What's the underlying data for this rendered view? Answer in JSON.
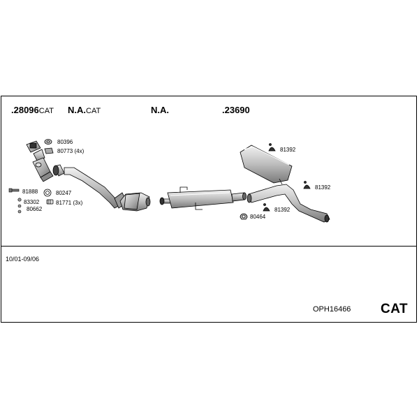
{
  "header": {
    "part1_num": ".28096",
    "part1_sfx": "CAT",
    "part2_num": "N.A.",
    "part2_sfx": "CAT",
    "part3": "N.A.",
    "part4": ".23690"
  },
  "labels": {
    "p80396": "80396",
    "p80773": "80773 (4x)",
    "p81888": "81888",
    "p80247": "80247",
    "p83302": "83302",
    "p81771": "81771 (3x)",
    "p80662": "80662",
    "p81392a": "81392",
    "p81392b": "81392",
    "p81392c": "81392",
    "p80464": "80464"
  },
  "footer": {
    "date_range": "10/01-09/06",
    "code": "OPH16466",
    "type": "CAT"
  }
}
